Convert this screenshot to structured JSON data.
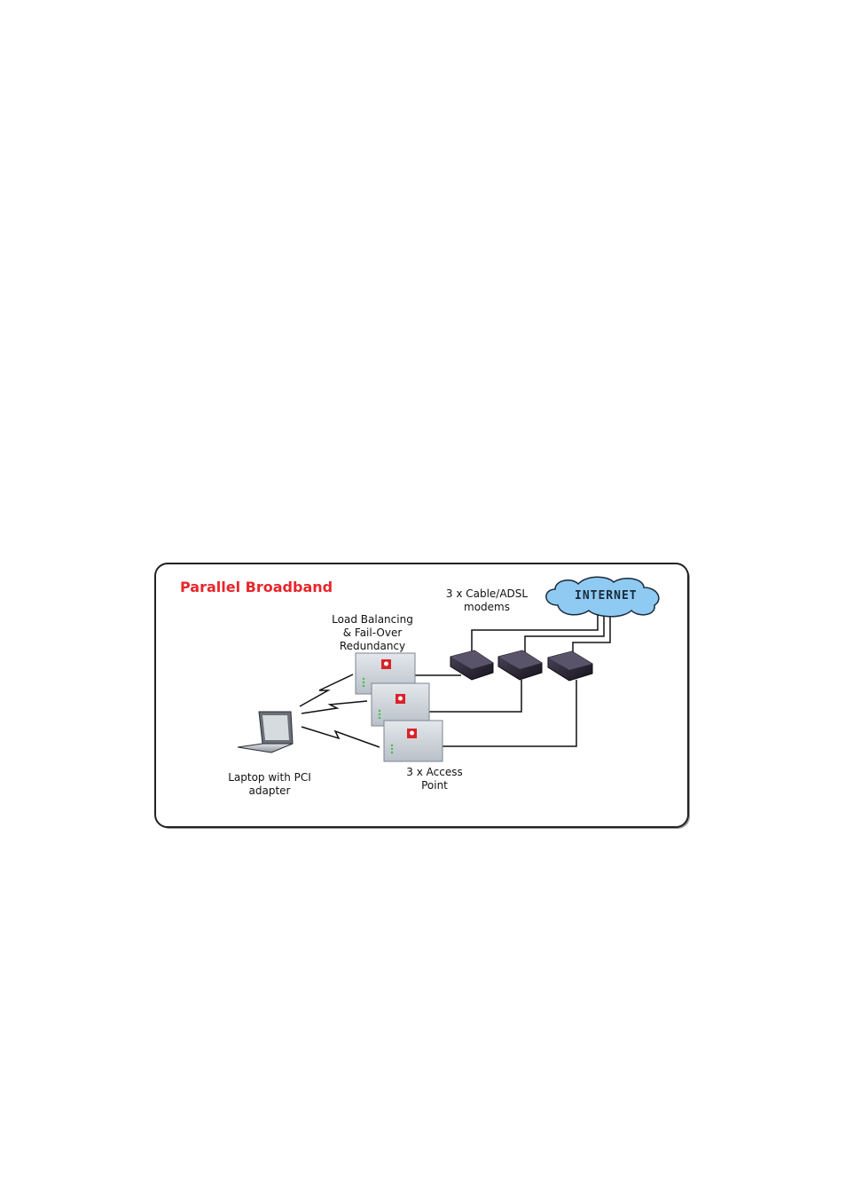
{
  "diagram": {
    "title": "Parallel Broadband",
    "internet_label": "INTERNET",
    "modems_label": [
      "3 x Cable/ADSL",
      "modems"
    ],
    "lb_label": [
      "Load Balancing",
      "& Fail-Over",
      "Redundancy"
    ],
    "ap_label": [
      "3 x Access",
      "Point"
    ],
    "laptop_label": [
      "Laptop with PCI",
      "adapter"
    ],
    "colors": {
      "title": "#e8262b",
      "cloud": "#8ecaf2",
      "ap": "#cfd5dc",
      "modem": "#2c2838",
      "brand": "#d9222a"
    },
    "icons": [
      "cloud-icon",
      "modem-icon",
      "access-point-icon",
      "laptop-icon",
      "wireless-signal-icon"
    ]
  }
}
